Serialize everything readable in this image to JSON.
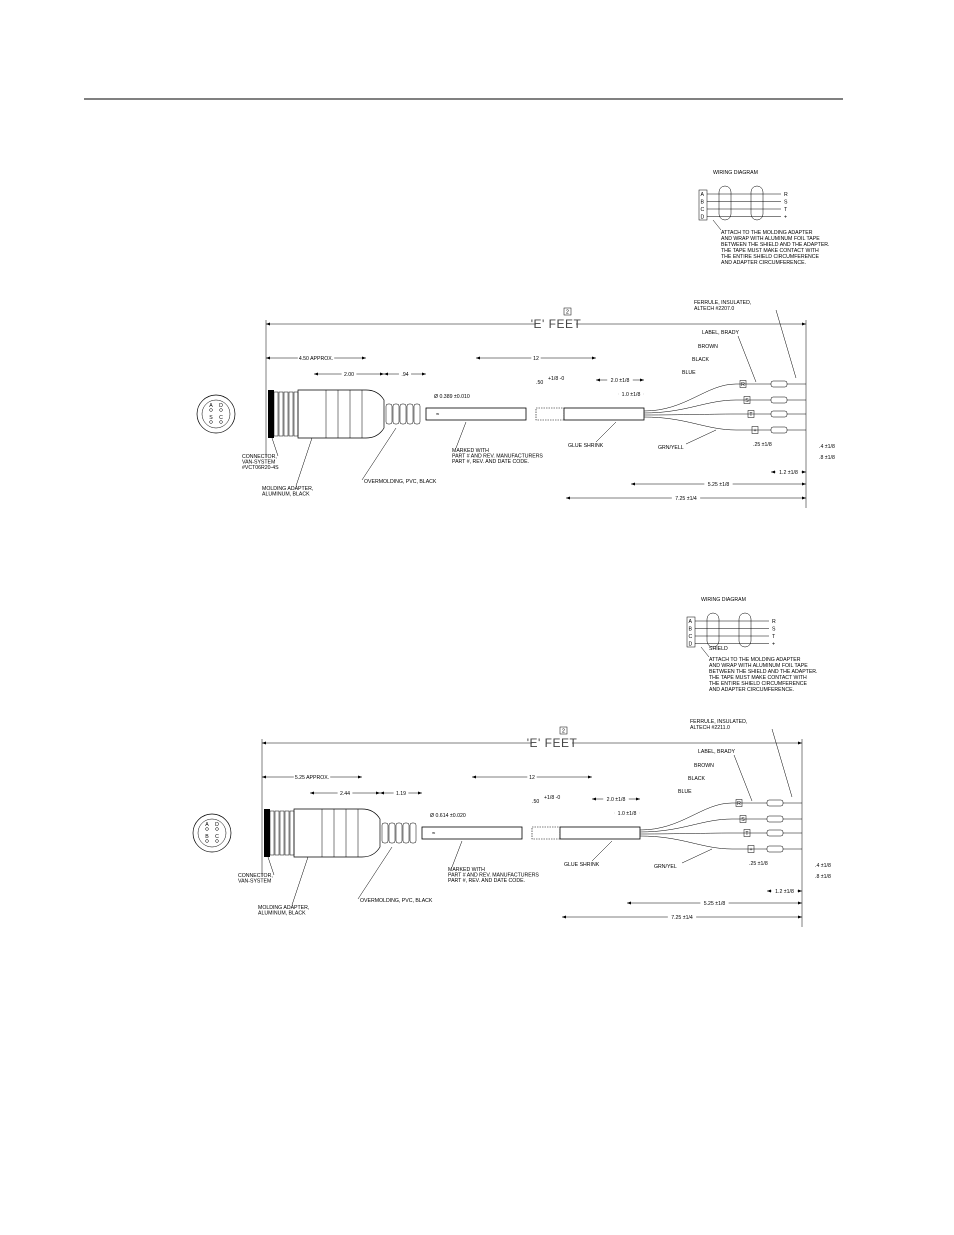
{
  "drawings": [
    {
      "wiring": {
        "title": "WIRING DIAGRAM",
        "left_pins": [
          "A",
          "B",
          "C",
          "D"
        ],
        "right_pins": [
          "R",
          "S",
          "T",
          "+"
        ],
        "note": [
          "ATTACH TO THE MOLDING ADAPTER",
          "AND WRAP WITH ALUMINUM FOIL TAPE",
          "BETWEEN THE SHIELD AND THE ADAPTER.",
          "THE TAPE MUST MAKE CONTACT WITH",
          "THE ENTIRE SHIELD CIRCUMFERENCE",
          "AND ADAPTER CIRCUMFERENCE."
        ]
      },
      "rev_box": "2",
      "length": "'E' FEET",
      "face_pins": [
        "A",
        "D",
        "S",
        "C"
      ],
      "dims": {
        "approx": "4.50 APPROX.",
        "d1": "2.00",
        "d2": ".94",
        "diameter": "Ø 0.389 ±0.010",
        "twelve": "12",
        "fifty": ".50",
        "fifty_tol": "+1/8 -0",
        "two": "2.0 ±1/8",
        "one": "1.0 ±1/8",
        "quarter": ".25 ±1/8",
        "four": ".4 ±1/8",
        "eight": ".8 ±1/8",
        "onetwo": "1.2 ±1/8",
        "five": "5.25 ±1/8",
        "seven": "7.25 ±1/4"
      },
      "labels": {
        "ferrule": [
          "FERRULE, INSULATED,",
          "ALTECH #2207.0"
        ],
        "label_brady": "LABEL, BRADY",
        "brown": "BROWN",
        "black": "BLACK",
        "blue": "BLUE",
        "grnyel": "GRN/YELL",
        "glue": "GLUE SHRINK",
        "marked": [
          "MARKED WITH",
          "PART # AND REV. MANUFACTURERS",
          "PART #, REV. AND DATE CODE."
        ],
        "connector": [
          "CONNECTOR,",
          "VAN-SYSTEM",
          "#VCT06R20-4S"
        ],
        "molding": [
          "MOLDING ADAPTER,",
          "ALUMINUM, BLACK"
        ],
        "overmolding": "OVERMOLDING, PVC, BLACK"
      },
      "wire_tags": [
        "R",
        "S",
        "T",
        "+"
      ]
    },
    {
      "wiring": {
        "title": "WIRING DIAGRAM",
        "left_pins": [
          "A",
          "B",
          "C",
          "D"
        ],
        "right_pins": [
          "R",
          "S",
          "T",
          "+"
        ],
        "shield": "SHIELD",
        "note": [
          "ATTACH TO THE MOLDING ADAPTER",
          "AND WRAP WITH ALUMINUM FOIL TAPE",
          "BETWEEN THE SHIELD AND THE ADAPTER.",
          "THE TAPE MUST MAKE CONTACT WITH",
          "THE ENTIRE SHIELD CIRCUMFERENCE",
          "AND ADAPTER CIRCUMFERENCE."
        ]
      },
      "rev_box": "2",
      "length": "'E' FEET",
      "face_pins": [
        "A",
        "D",
        "B",
        "C"
      ],
      "dims": {
        "approx": "5.25 APPROX.",
        "d1": "2.44",
        "d2": "1.19",
        "diameter": "Ø 0.614 ±0.020",
        "twelve": "12",
        "fifty": ".50",
        "fifty_tol": "+1/8 -0",
        "two": "2.0 ±1/8",
        "one": "1.0 ±1/8",
        "quarter": ".25 ±1/8",
        "four": ".4 ±1/8",
        "eight": ".8 ±1/8",
        "onetwo": "1.2 ±1/8",
        "five": "5.25 ±1/8",
        "seven": "7.25 ±1/4"
      },
      "labels": {
        "ferrule": [
          "FERRULE, INSULATED,",
          "ALTECH #2211.0"
        ],
        "label_brady": "LABEL, BRADY",
        "brown": "BROWN",
        "black": "BLACK",
        "blue": "BLUE",
        "grnyel": "GRN/YEL",
        "glue": "GLUE SHRINK",
        "marked": [
          "MARKED WITH",
          "PART # AND REV. MANUFACTURERS",
          "PART #, REV. AND DATE CODE."
        ],
        "connector": [
          "CONNECTOR,",
          "VAN-SYSTEM"
        ],
        "molding": [
          "MOLDING ADAPTER,",
          "ALUMINUM, BLACK"
        ],
        "overmolding": "OVERMOLDING, PVC, BLACK"
      },
      "wire_tags": [
        "R",
        "S",
        "T",
        "+"
      ]
    }
  ]
}
